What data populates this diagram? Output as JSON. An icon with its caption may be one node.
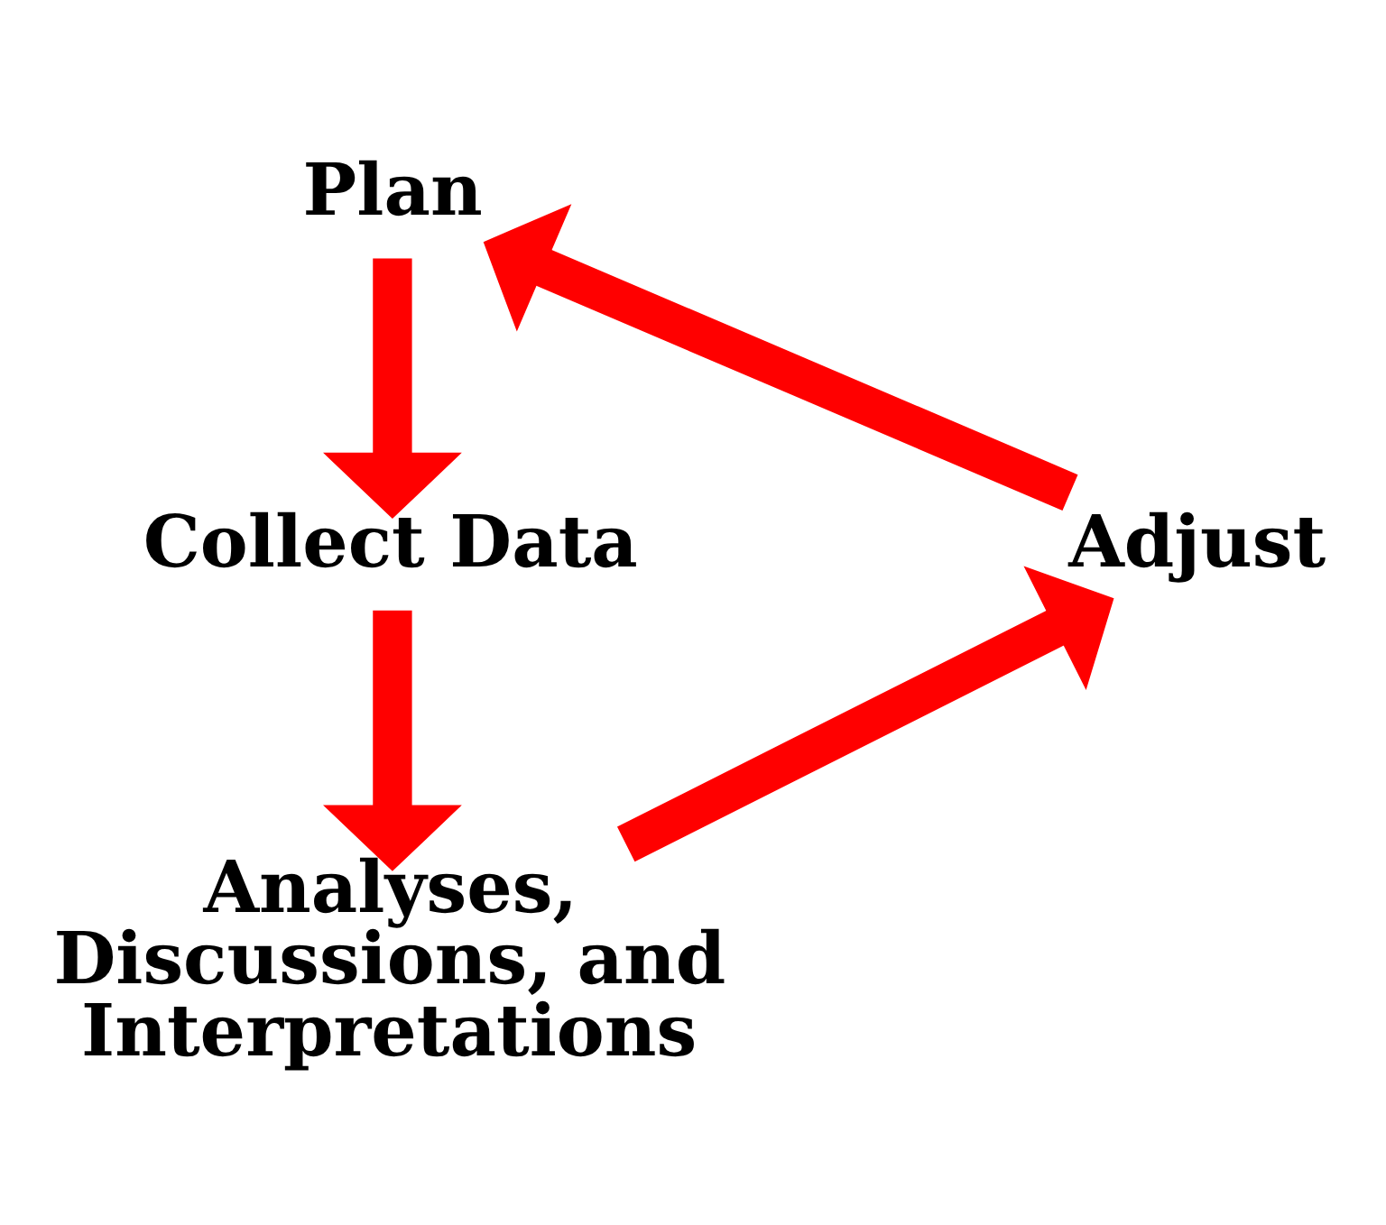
{
  "diagram": {
    "nodes": [
      {
        "text": [
          "Plan"
        ]
      },
      {
        "text": [
          "Collect Data"
        ]
      },
      {
        "text": [
          "Analyses, Discussions, and Interpretations"
        ]
      },
      {
        "text": [
          "Adjust"
        ]
      }
    ],
    "edges": [
      {
        "from": 0,
        "to": 1,
        "arrow": "to"
      },
      {
        "from": 1,
        "to": 2,
        "arrow": "to"
      },
      {
        "from": 2,
        "to": 3,
        "arrow": "to"
      },
      {
        "from": 3,
        "to": 0,
        "arrow": "to"
      }
    ]
  }
}
